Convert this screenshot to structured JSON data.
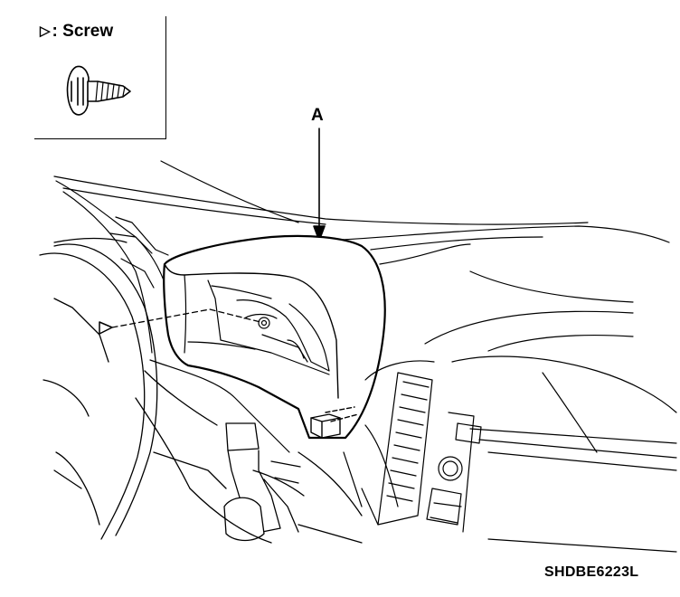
{
  "legend": {
    "symbol": "▷",
    "label": ": Screw",
    "icon": "screw-icon"
  },
  "callouts": {
    "a": "A"
  },
  "screw_marker": "▷",
  "figure_code": "SHDBE6223L",
  "colors": {
    "line": "#000000",
    "background": "#ffffff"
  }
}
